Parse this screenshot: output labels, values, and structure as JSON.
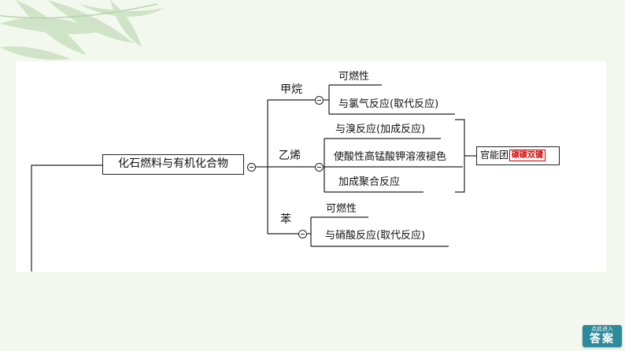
{
  "root": {
    "label": "化石燃料与有机化合物"
  },
  "branches": {
    "methane": {
      "label": "甲烷",
      "items": [
        "可燃性",
        "与氯气反应(取代反应)"
      ]
    },
    "ethylene": {
      "label": "乙烯",
      "items": [
        "与溴反应(加成反应)",
        "使酸性高锰酸钾溶液褪色",
        "加成聚合反应"
      ],
      "functional_group": {
        "label": "官能团",
        "answer": "碳碳双键"
      }
    },
    "benzene": {
      "label": "苯",
      "items": [
        "可燃性",
        "与硝酸反应(取代反应)"
      ]
    }
  },
  "answer_button": {
    "small": "点此进入",
    "big": "答案"
  },
  "colors": {
    "answer_text": "#d40000",
    "button_bg": "#2d8a9a"
  }
}
